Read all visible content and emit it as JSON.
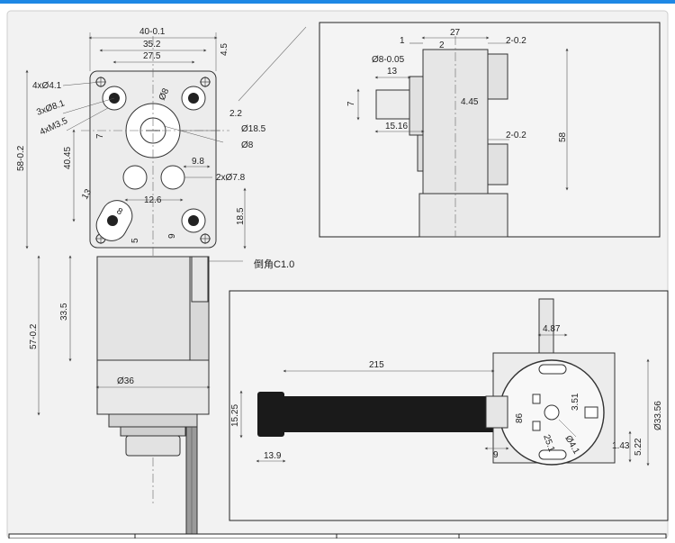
{
  "colors": {
    "top_bar": "#1e88e5",
    "panel_bg": "#f2f2f2",
    "line": "#333333",
    "dim_line": "#555555",
    "motor_body": "#e6e6e6",
    "tube_dark": "#1a1a1a",
    "border": "#222222"
  },
  "main_view": {
    "width_overall": "40-0.1",
    "hole_span": "35.2",
    "inner_span": "27.5",
    "top_gap": "4.5",
    "corner_holes": "4xØ4.1",
    "holes_3": "3xØ8.1",
    "thread": "4xM3.5",
    "center_hole": "Ø8",
    "boss_dia": "Ø18.5",
    "shaft": "Ø8",
    "offset": "2.2",
    "seven": "7",
    "h_4045": "40.45",
    "h_58": "58-0.2",
    "d_98": "9.8",
    "holes_2": "2xØ7.8",
    "d_126": "12.6",
    "d_13": "13",
    "d_8": "8",
    "d_185": "18.5",
    "d_9": "9",
    "d_5": "5",
    "chamfer": "倒角C1.0",
    "motor_len": "57-0.2",
    "motor_mid": "33.5",
    "motor_dia": "Ø36"
  },
  "side_view": {
    "d_1": "1",
    "d_2": "2",
    "d_27": "27",
    "d_2_02_top": "2-0.2",
    "shaft": "Ø8-0.05",
    "d_13": "13",
    "d_7": "7",
    "d_445": "4.45",
    "d_1516": "15.16",
    "d_2_02_bot": "2-0.2",
    "d_58": "58"
  },
  "rear_view": {
    "d_215": "215",
    "d_487": "4.87",
    "d_1525": "15.25",
    "d_351": "3.51",
    "d_3356": "Ø33.56",
    "d_251": "25.1",
    "d_86": "86",
    "d_41": "Ø4.1",
    "d_143": "1.43",
    "d_522": "5.22",
    "d_139": "13.9",
    "d_9": "9"
  }
}
